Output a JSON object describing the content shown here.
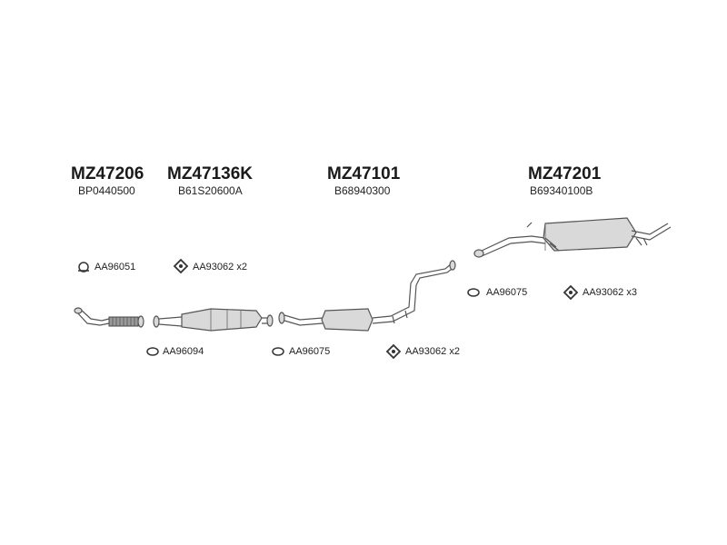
{
  "groups": [
    {
      "code": "MZ47206",
      "ref": "BP0440500"
    },
    {
      "code": "MZ47136K",
      "ref": "B61S20600A"
    },
    {
      "code": "MZ47101",
      "ref": "B68940300"
    },
    {
      "code": "MZ47201",
      "ref": "B69340100B"
    }
  ],
  "parts": [
    {
      "label": "AA96051",
      "icon": "clamp-ring-icon"
    },
    {
      "label": "AA93062 x2",
      "icon": "hanger-rubber-icon"
    },
    {
      "label": "AA96094",
      "icon": "gasket-oval-icon"
    },
    {
      "label": "AA96075",
      "icon": "gasket-oval-icon"
    },
    {
      "label": "AA93062 x2",
      "icon": "hanger-rubber-icon"
    },
    {
      "label": "AA96075",
      "icon": "gasket-oval-icon"
    },
    {
      "label": "AA93062 x3",
      "icon": "hanger-rubber-icon"
    }
  ]
}
